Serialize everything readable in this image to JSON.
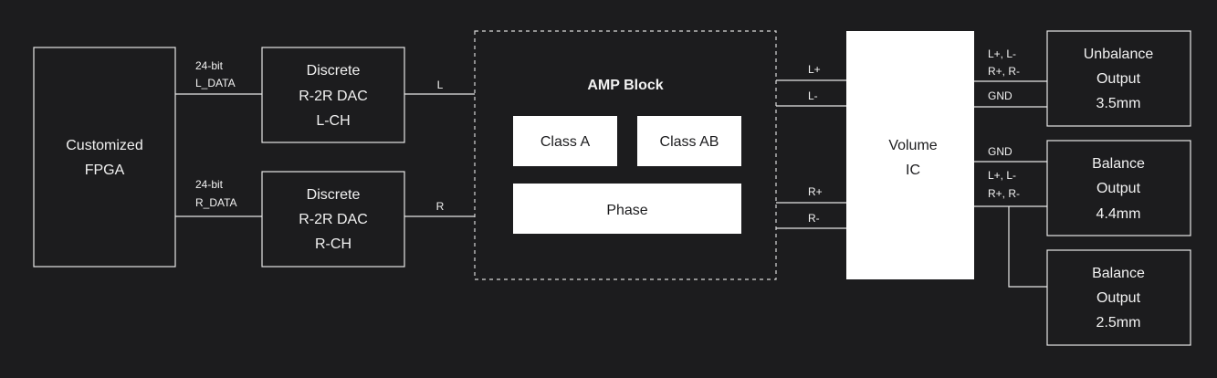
{
  "colors": {
    "background": "#1c1c1e",
    "line": "#e6e6e6",
    "box_fill": "#ffffff",
    "text_light": "#f2f2f2",
    "text_dark": "#1c1c1e"
  },
  "fpga": {
    "line1": "Customized",
    "line2": "FPGA"
  },
  "signals": {
    "left_data": {
      "line1": "24-bit",
      "line2": "L_DATA"
    },
    "right_data": {
      "line1": "24-bit",
      "line2": "R_DATA"
    },
    "l": "L",
    "r": "R"
  },
  "dac_left": {
    "line1": "Discrete",
    "line2": "R-2R DAC",
    "line3": "L-CH"
  },
  "dac_right": {
    "line1": "Discrete",
    "line2": "R-2R DAC",
    "line3": "R-CH"
  },
  "amp_block": {
    "title": "AMP Block",
    "class_a": "Class A",
    "class_ab": "Class AB",
    "phase": "Phase"
  },
  "amp_outputs": {
    "l_plus": "L+",
    "l_minus": "L-",
    "r_plus": "R+",
    "r_minus": "R-"
  },
  "volume_ic": {
    "line1": "Volume",
    "line2": "IC"
  },
  "volume_outputs": {
    "top_pair_line1": "L+,  L-",
    "top_pair_line2": "R+, R-",
    "top_gnd": "GND",
    "bottom_gnd": "GND",
    "bottom_pair_line1": "L+,  L-",
    "bottom_pair_line2": "R+, R-"
  },
  "outputs": {
    "unbalance": {
      "line1": "Unbalance",
      "line2": "Output",
      "line3": "3.5mm"
    },
    "balance_44": {
      "line1": "Balance",
      "line2": "Output",
      "line3": "4.4mm"
    },
    "balance_25": {
      "line1": "Balance",
      "line2": "Output",
      "line3": "2.5mm"
    }
  }
}
